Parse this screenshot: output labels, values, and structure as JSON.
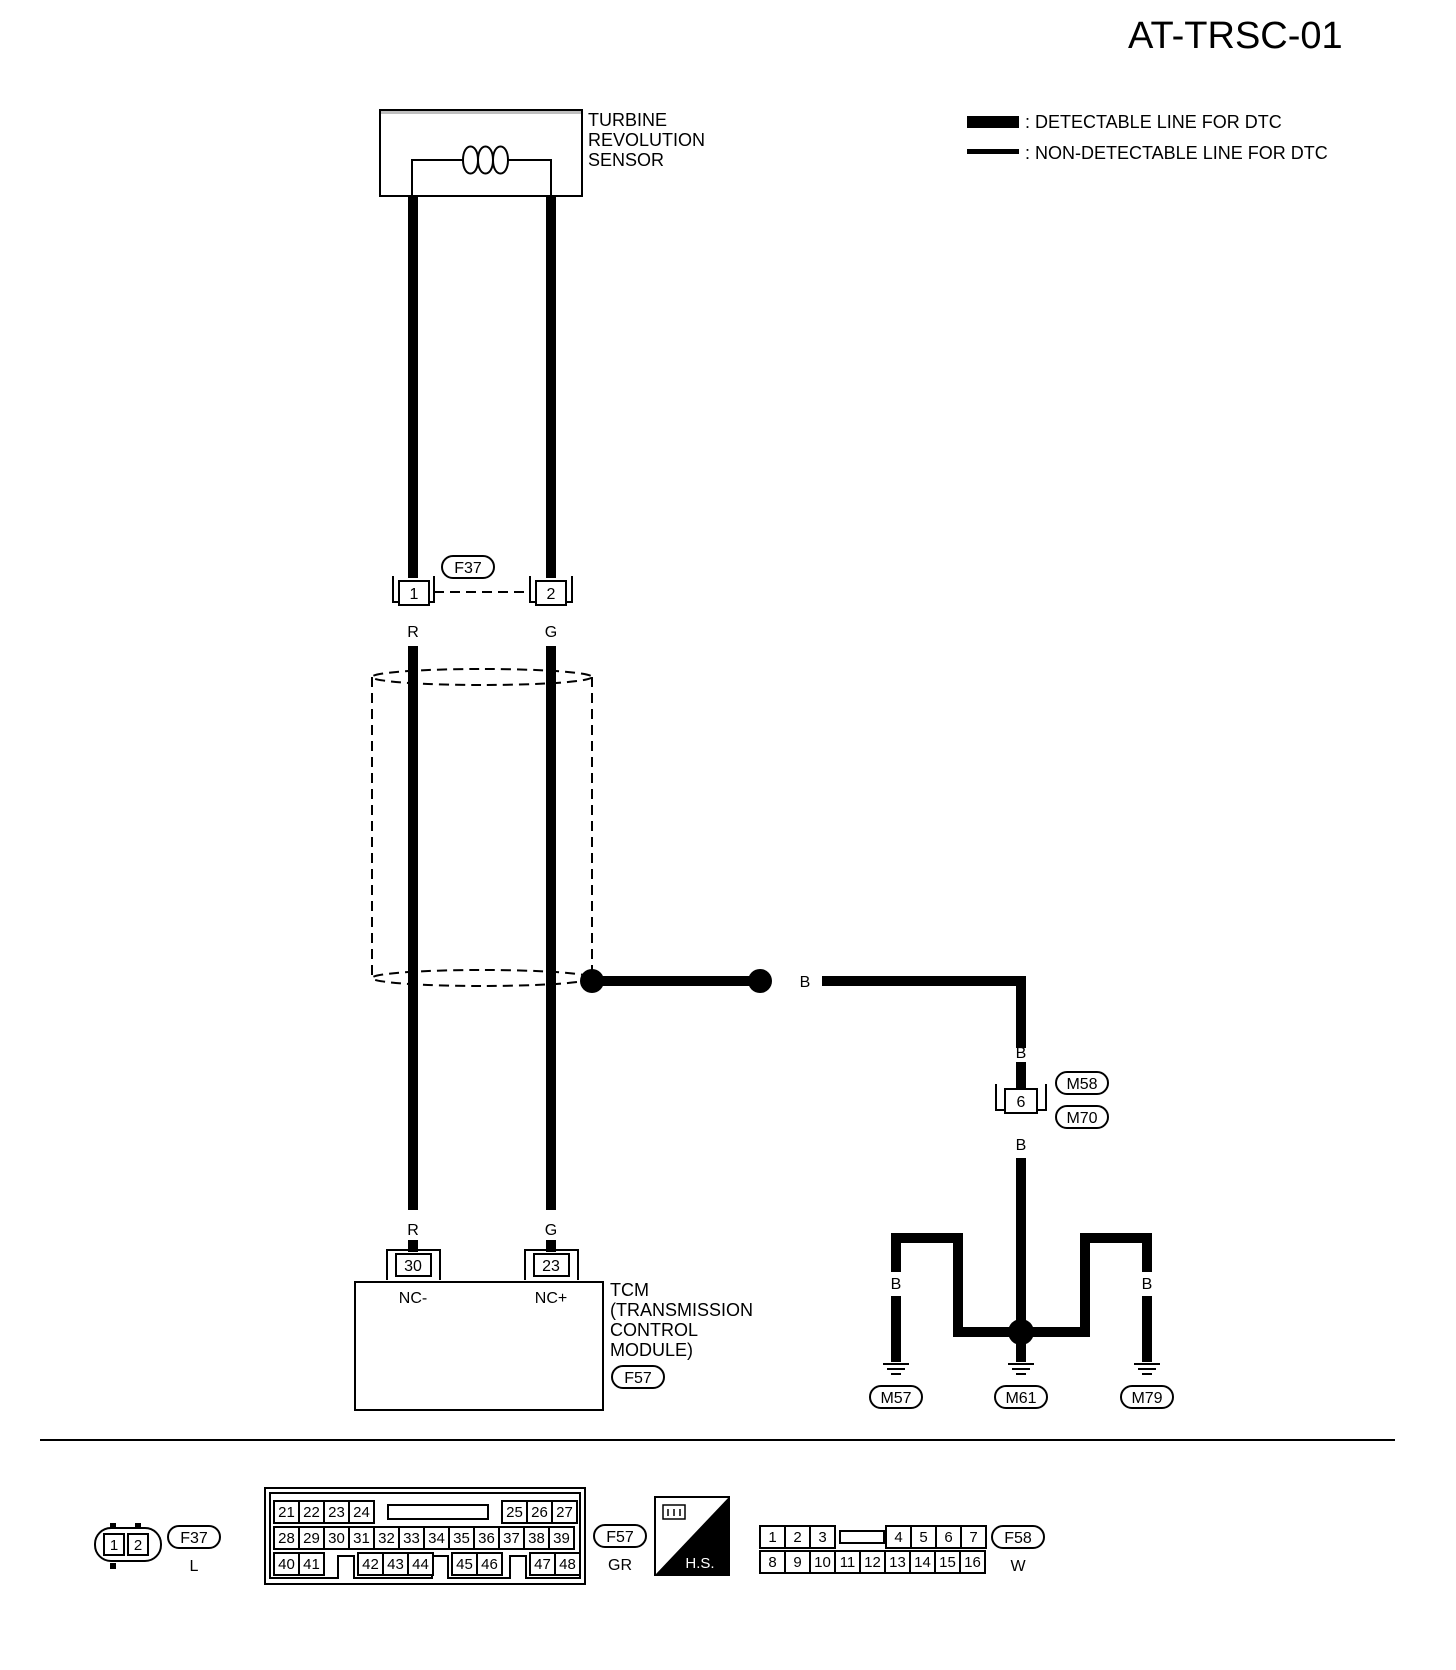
{
  "title": "AT-TRSC-01",
  "legend": {
    "detectable": ": DETECTABLE LINE FOR DTC",
    "non_detectable": ": NON-DETECTABLE LINE FOR DTC"
  },
  "sensor": {
    "line1": "TURBINE",
    "line2": "REVOLUTION",
    "line3": "SENSOR"
  },
  "f37_connector": {
    "id": "F37",
    "pin1": "1",
    "pin2": "2"
  },
  "wire_colors": {
    "r": "R",
    "g": "G",
    "b": "B"
  },
  "tcm": {
    "pin30": "30",
    "pin23": "23",
    "nc_minus": "NC-",
    "nc_plus": "NC+",
    "line1": "TCM",
    "line2": "(TRANSMISSION",
    "line3": "CONTROL",
    "line4": "MODULE)",
    "id": "F57"
  },
  "joint": {
    "pin": "6",
    "id1": "M58",
    "id2": "M70"
  },
  "grounds": [
    "M57",
    "M61",
    "M79"
  ],
  "bottom": {
    "f37": {
      "pins": [
        "1",
        "2"
      ],
      "id": "F37",
      "color": "L"
    },
    "f57": {
      "row1": [
        "21",
        "22",
        "23",
        "24",
        "25",
        "26",
        "27"
      ],
      "row2": [
        "28",
        "29",
        "30",
        "31",
        "32",
        "33",
        "34",
        "35",
        "36",
        "37",
        "38",
        "39"
      ],
      "row3": [
        "40",
        "41",
        "42",
        "43",
        "44",
        "45",
        "46",
        "47",
        "48"
      ],
      "id": "F57",
      "color": "GR"
    },
    "hs": "H.S.",
    "f58": {
      "row1": [
        "1",
        "2",
        "3",
        "4",
        "5",
        "6",
        "7"
      ],
      "row2": [
        "8",
        "9",
        "10",
        "11",
        "12",
        "13",
        "14",
        "15",
        "16"
      ],
      "id": "F58",
      "color": "W"
    }
  }
}
